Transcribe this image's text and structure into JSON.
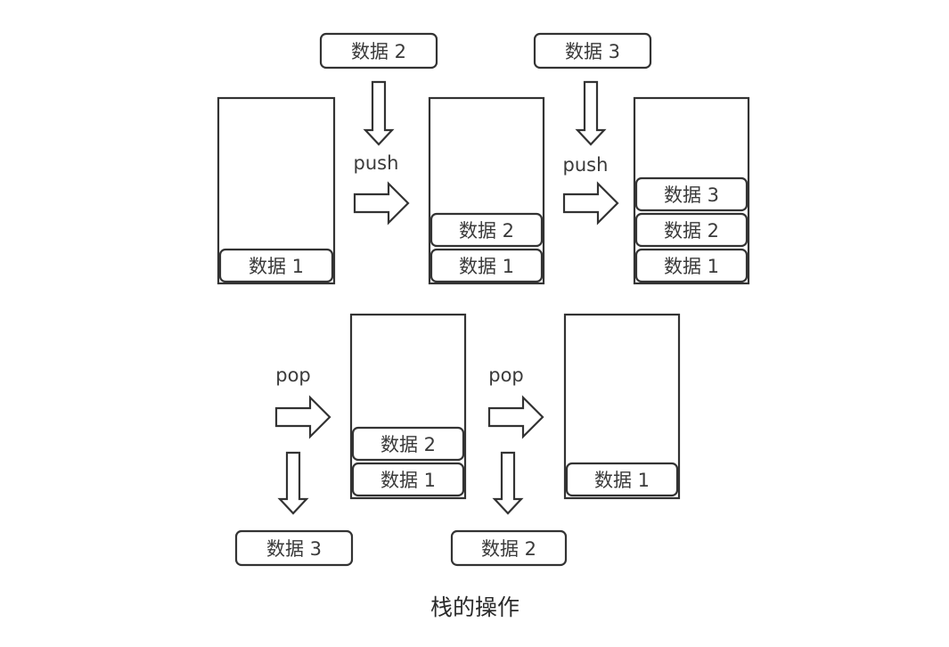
{
  "caption": "栈的操作",
  "push_label": "push",
  "pop_label": "pop",
  "stack_initial": [
    "数据 1"
  ],
  "incoming_push_1": "数据 2",
  "stack_after_push_1": [
    "数据 2",
    "数据 1"
  ],
  "incoming_push_2": "数据 3",
  "stack_after_push_2": [
    "数据 3",
    "数据 2",
    "数据 1"
  ],
  "stack_after_pop_1": [
    "数据 2",
    "数据 1"
  ],
  "outgoing_pop_1": "数据 3",
  "stack_after_pop_2": [
    "数据 1"
  ],
  "outgoing_pop_2": "数据 2"
}
